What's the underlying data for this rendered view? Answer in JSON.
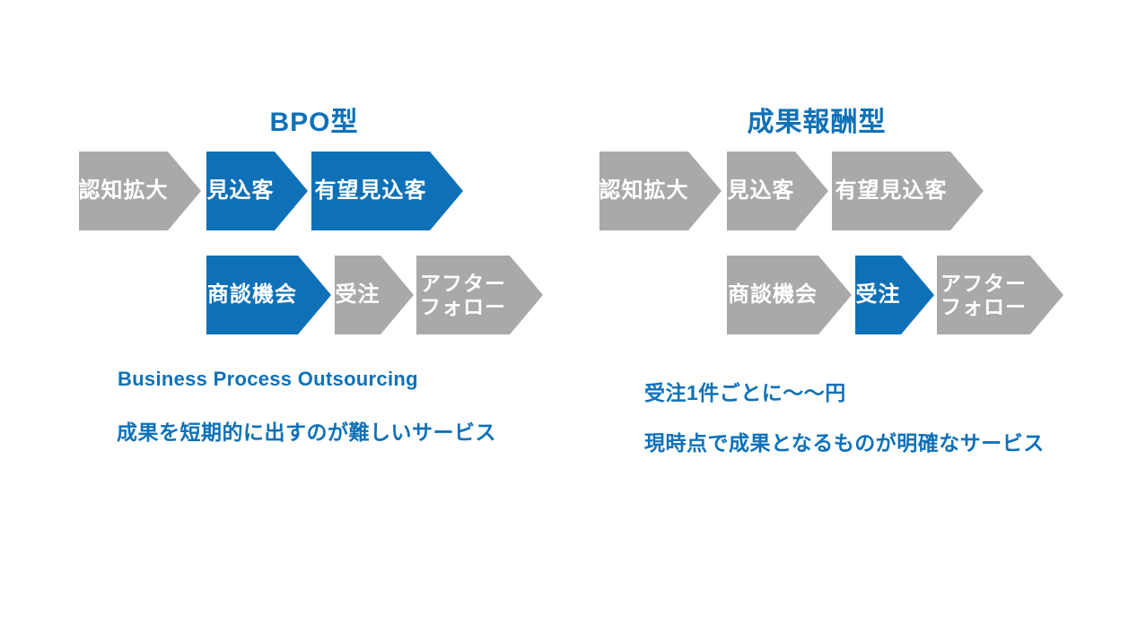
{
  "slide": {
    "background": "#FFFFFF"
  },
  "colors": {
    "accent_blue": "#0E71B8",
    "neutral_gray": "#A9A9A9",
    "stage_text": "#FFFFFF"
  },
  "left_panel": {
    "title": "BPO型",
    "funnel_row1": [
      {
        "label": "認知拡大",
        "highlighted": false
      },
      {
        "label": "見込客",
        "highlighted": true
      },
      {
        "label": "有望見込客",
        "highlighted": true
      }
    ],
    "funnel_row2": [
      {
        "label": "商談機会",
        "highlighted": true
      },
      {
        "label": "受注",
        "highlighted": false
      },
      {
        "label": "アフター\nフォロー",
        "highlighted": false
      }
    ],
    "notes": [
      "Business Process Outsourcing",
      "成果を短期的に出すのが難しいサービス"
    ]
  },
  "right_panel": {
    "title": "成果報酬型",
    "funnel_row1": [
      {
        "label": "認知拡大",
        "highlighted": false
      },
      {
        "label": "見込客",
        "highlighted": false
      },
      {
        "label": "有望見込客",
        "highlighted": false
      }
    ],
    "funnel_row2": [
      {
        "label": "商談機会",
        "highlighted": false
      },
      {
        "label": "受注",
        "highlighted": true
      },
      {
        "label": "アフター\nフォロー",
        "highlighted": false
      }
    ],
    "notes": [
      "受注1件ごとに～～円",
      "現時点で成果となるものが明確なサービス"
    ]
  }
}
